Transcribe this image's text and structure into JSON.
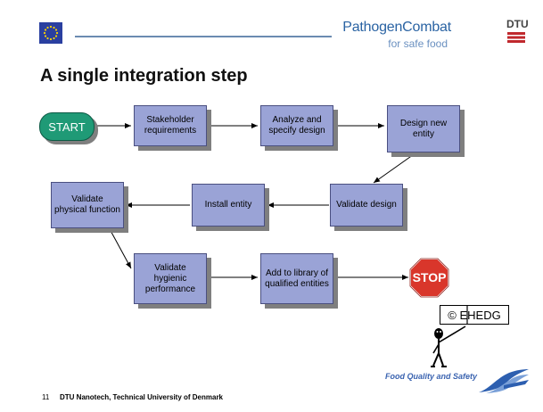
{
  "header": {
    "brand_line1": "PathogenCombat",
    "brand_line2": "for safe food",
    "dtu_label": "DTU",
    "eu_flag_icon": "eu-flag-icon",
    "line_color": "#6b8bb1"
  },
  "title": "A single integration step",
  "flow": {
    "start_label": "START",
    "stop_label": "STOP",
    "nodes": [
      "Stakeholder requirements",
      "Analyze and specify design",
      "Design new entity",
      "Validate design",
      "Install entity",
      "Validate physical function",
      "Validate hygienic performance",
      "Add to library of qualified entities"
    ],
    "colors": {
      "box": "#9aa3d6",
      "start": "#1f9a76",
      "stop": "#d9362b"
    }
  },
  "figure": {
    "sign_text": "© EHEDG"
  },
  "footer": {
    "page_number": "11",
    "institution": "DTU Nanotech, Technical University of Denmark",
    "tagline": "Food Quality and Safety",
    "logo_icon": "swoosh-logo-icon"
  }
}
